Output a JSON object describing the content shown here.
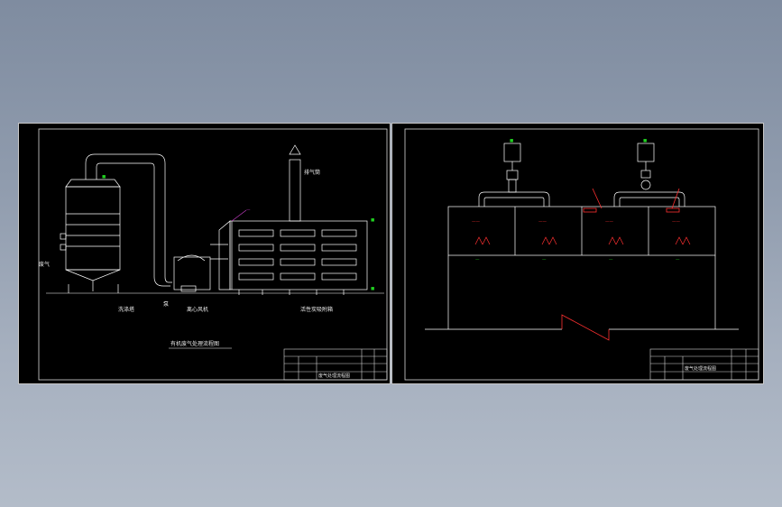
{
  "left_sheet": {
    "labels": {
      "scrubber": "洗涤塔",
      "pump": "泵",
      "fan": "离心风机",
      "chimney": "排气筒",
      "carbon_box": "活性炭吸附箱",
      "inlet": "废气",
      "title": "有机废气处理流程图"
    },
    "title_block": {
      "drawing_name": "废气处理流程图"
    }
  },
  "right_sheet": {
    "title_block": {
      "drawing_name": "废气处理流程图"
    }
  },
  "colors": {
    "background": "#8f9bad",
    "sheet": "#000000",
    "line": "#ffffff",
    "accent_red": "#ff3030",
    "accent_green": "#20d020",
    "accent_magenta": "#d040d0"
  }
}
